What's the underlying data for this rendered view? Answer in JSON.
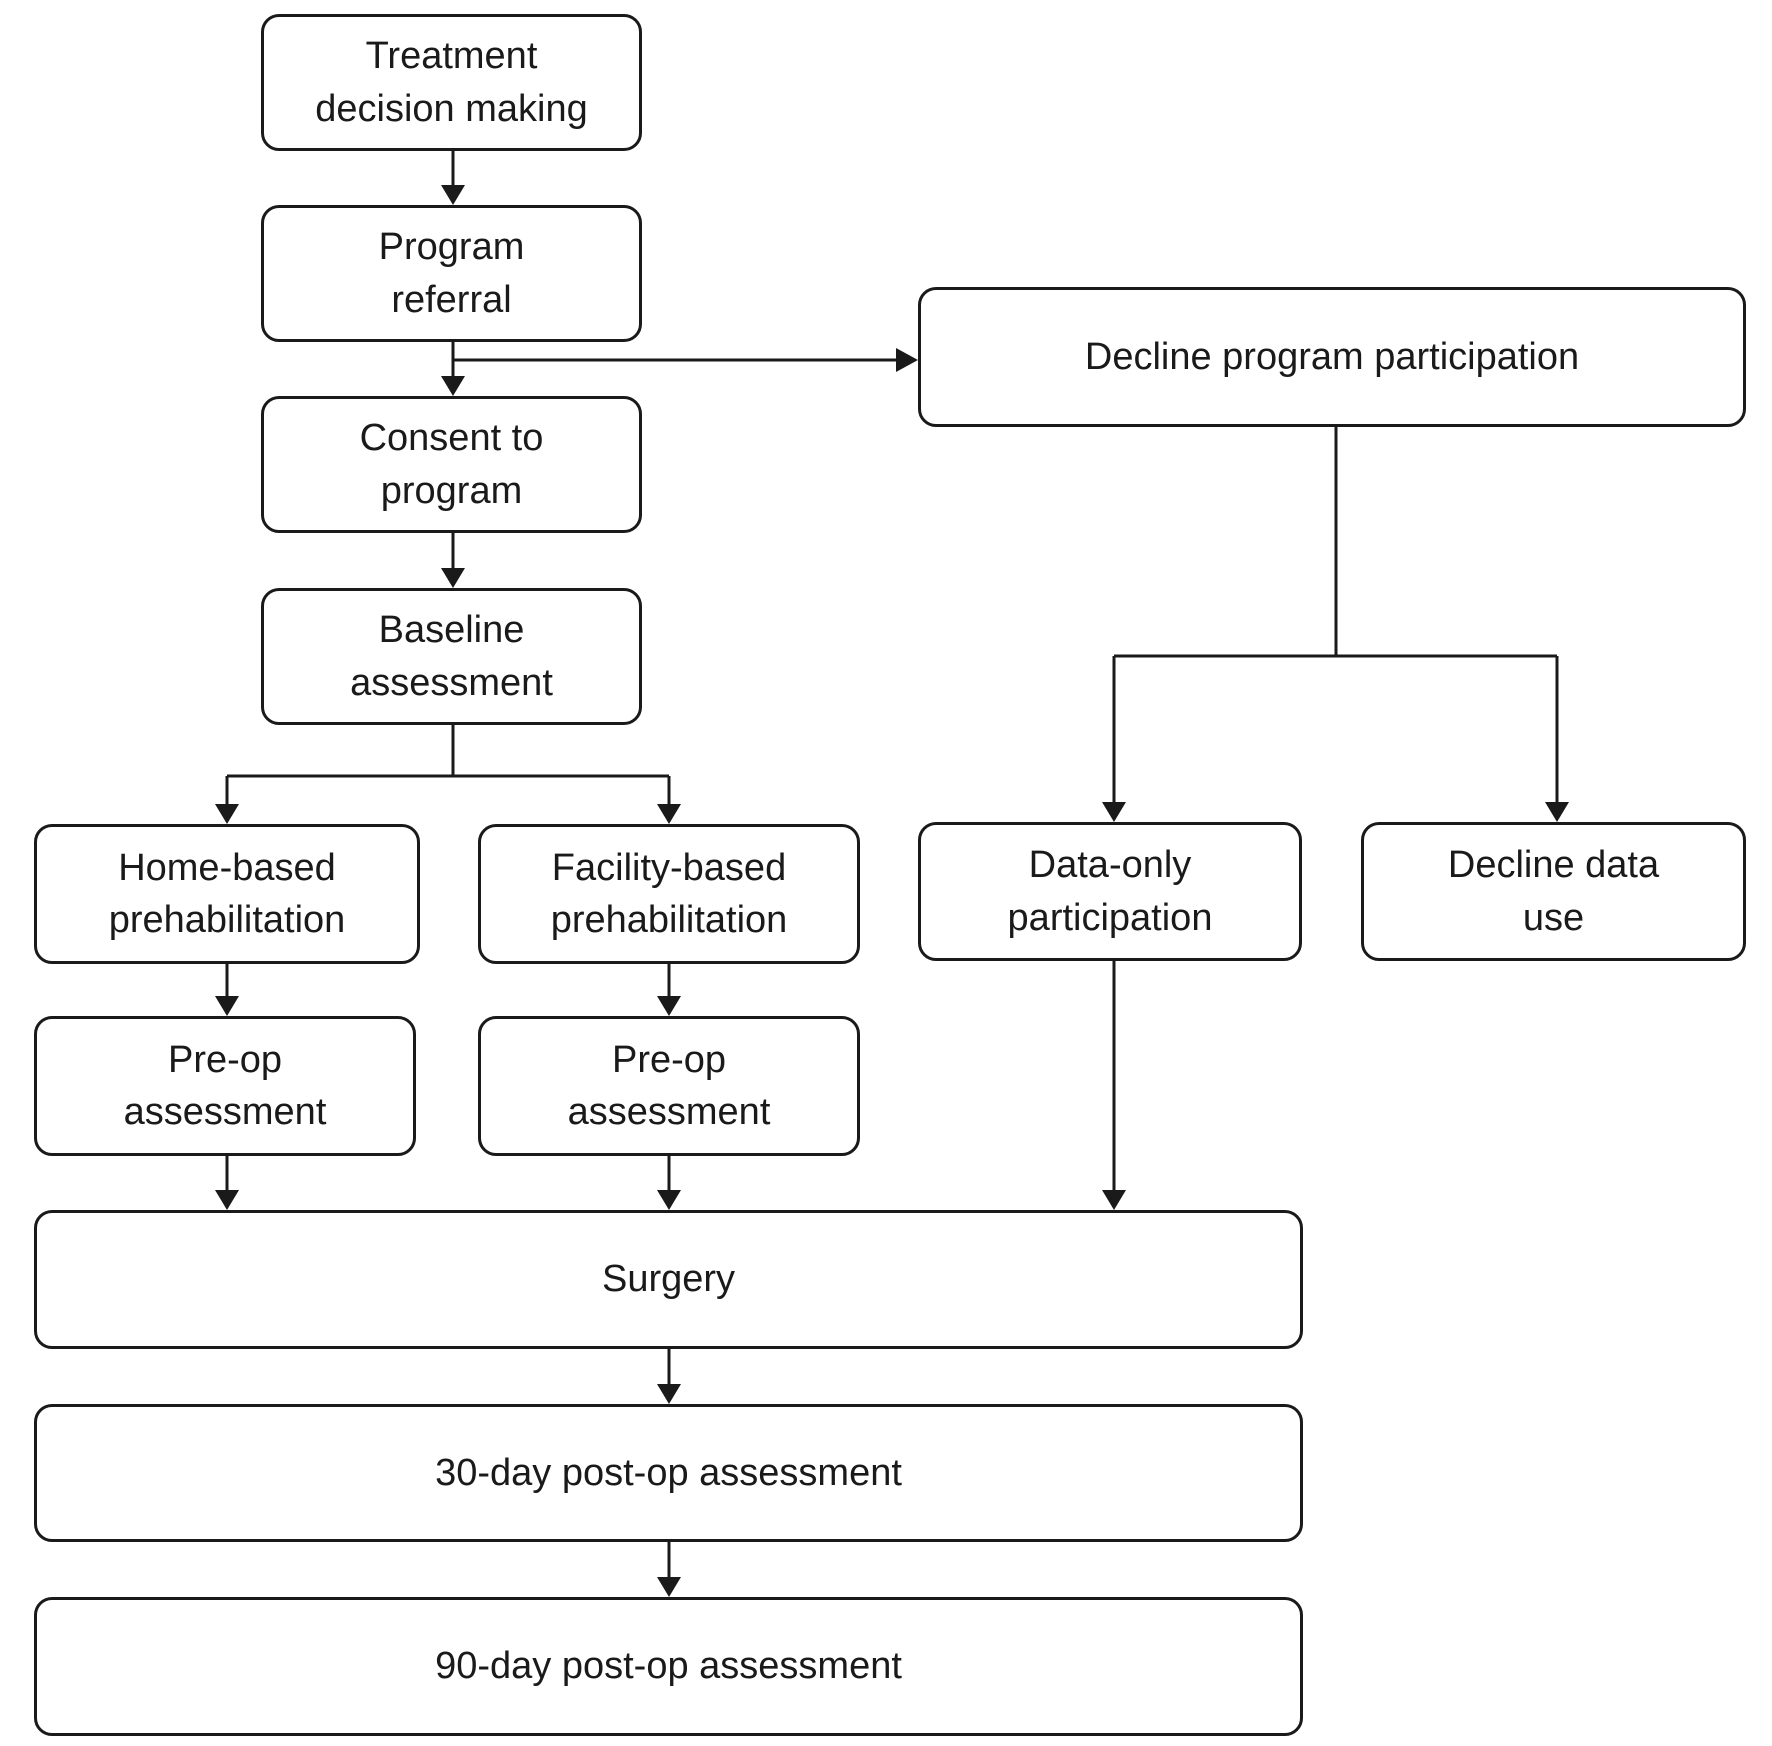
{
  "nodes": {
    "treatment_decision": [
      "Treatment",
      "decision making"
    ],
    "program_referral": [
      "Program",
      "referral"
    ],
    "consent": [
      "Consent to",
      "program"
    ],
    "baseline": [
      "Baseline",
      "assessment"
    ],
    "decline_program": [
      "Decline program participation"
    ],
    "home_based": [
      "Home-based",
      "prehabilitation"
    ],
    "facility_based": [
      "Facility-based",
      "prehabilitation"
    ],
    "data_only": [
      "Data-only",
      "participation"
    ],
    "decline_data": [
      "Decline data",
      "use"
    ],
    "preop_home": [
      "Pre-op",
      "assessment"
    ],
    "preop_facility": [
      "Pre-op",
      "assessment"
    ],
    "surgery": [
      "Surgery"
    ],
    "postop_30": [
      "30-day post-op assessment"
    ],
    "postop_90": [
      "90-day post-op assessment"
    ]
  },
  "colors": {
    "stroke": "#1a1a1a",
    "background": "#ffffff"
  }
}
